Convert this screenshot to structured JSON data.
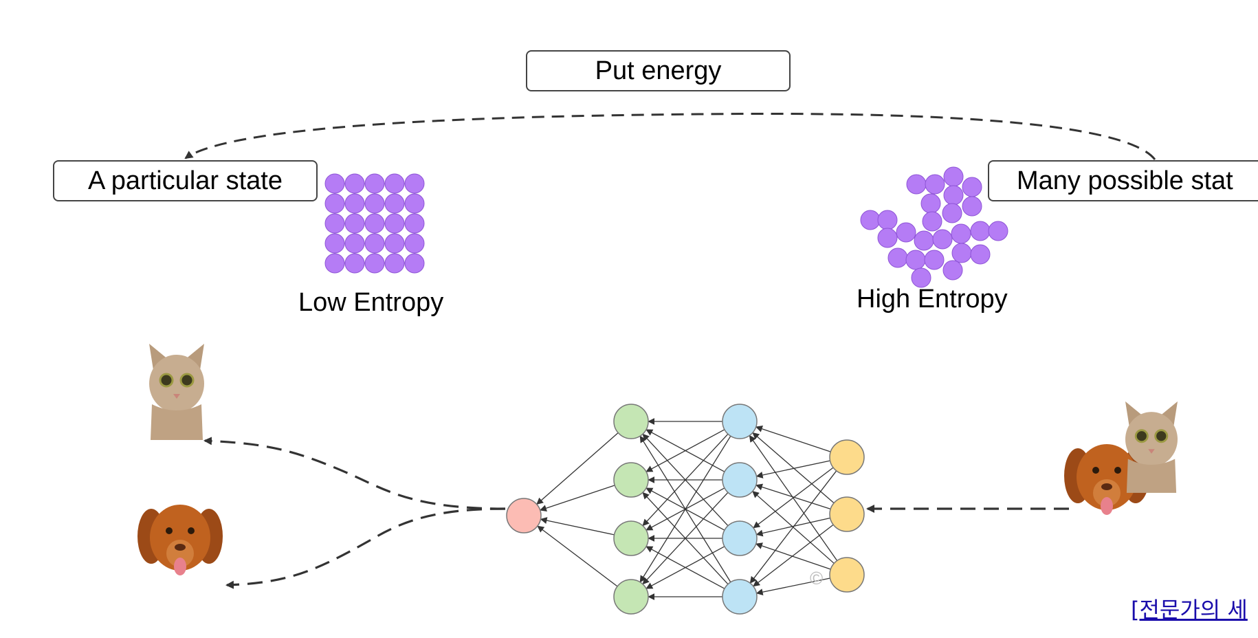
{
  "top": {
    "put_energy": "Put energy",
    "particular_state": "A particular state",
    "many_states": "Many possible stat",
    "low_entropy": "Low Entropy",
    "high_entropy": "High Entropy"
  },
  "bottom": {
    "watermark": "©",
    "link_text": "[전문가의 세"
  },
  "colors": {
    "particle": "#b57cf5",
    "input_node": "#fddb8b",
    "hidden_node_1": "#bde3f5",
    "hidden_node_2": "#c5e6b4",
    "output_node": "#fcbcb4"
  },
  "icons": {
    "cat": "cat-photo",
    "dog": "dog-photo"
  }
}
